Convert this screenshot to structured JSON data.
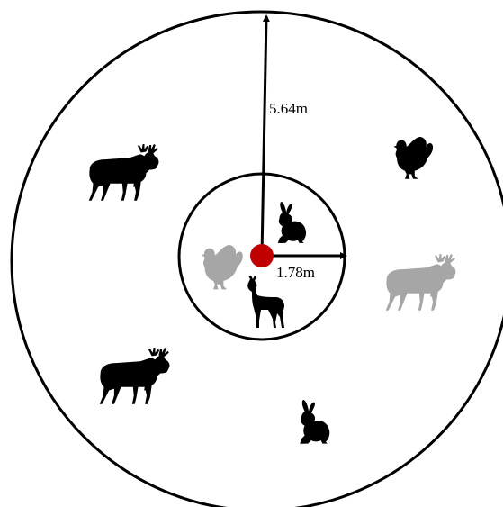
{
  "diagram": {
    "outer_radius_label": "5.64m",
    "inner_radius_label": "1.78m"
  },
  "colors": {
    "circle_stroke": "#000000",
    "center_point": "#c00000",
    "animal_dark": "#000000",
    "animal_light": "#a6a6a6"
  },
  "animals": [
    {
      "name": "moose",
      "color": "animal_dark"
    },
    {
      "name": "capercaillie",
      "color": "animal_dark"
    },
    {
      "name": "hare",
      "color": "animal_dark"
    },
    {
      "name": "capercaillie",
      "color": "animal_light"
    },
    {
      "name": "roe-deer",
      "color": "animal_dark"
    },
    {
      "name": "moose",
      "color": "animal_light"
    },
    {
      "name": "moose",
      "color": "animal_dark"
    },
    {
      "name": "hare",
      "color": "animal_dark"
    }
  ]
}
